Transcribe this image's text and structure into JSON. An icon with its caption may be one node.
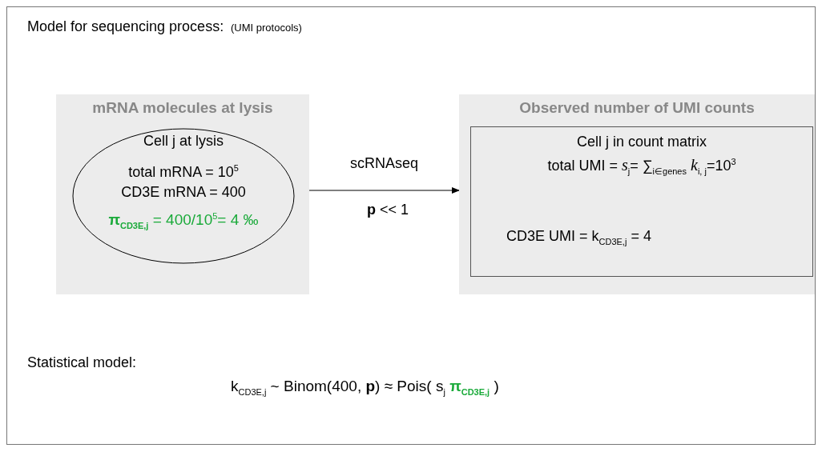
{
  "diagram": {
    "title": "Model for sequencing process:",
    "nodes": [
      {
        "text": [
          "mRNA molecules at lysis"
        ]
      },
      {
        "text": [
          "Cell j at lysis",
          "total mRNA = 10$^{5}$",
          "CD3E mRNA = 400",
          "**π**$_{CD3E,j}$ = 400/10$^{5}$= 4 ‰"
        ],
        "in": 0
      },
      {
        "text": [
          "Observed number of UMI counts"
        ]
      },
      {
        "text": [
          "Cell j in count matrix",
          "total UMI = *s*$_{j}$= ∑$_{i∈genes}$ *k*$_{i, j}$=10$^{3}$",
          "CD3E UMI = k$_{CD3E,j}$ = 4"
        ],
        "in": 2
      }
    ],
    "edges": [
      {
        "from": 0,
        "to": 2,
        "arrow": "to",
        "label": "scRNAseq"
      }
    ],
    "labels": [
      "(UMI protocols)",
      "**p** << 1",
      "Statistical model:",
      "k$_{CD3E,j}$ ~ Binom(400, **p**) ≈ Pois( s$_{j}$ **π**$_{CD3E,j}$ )"
    ]
  }
}
